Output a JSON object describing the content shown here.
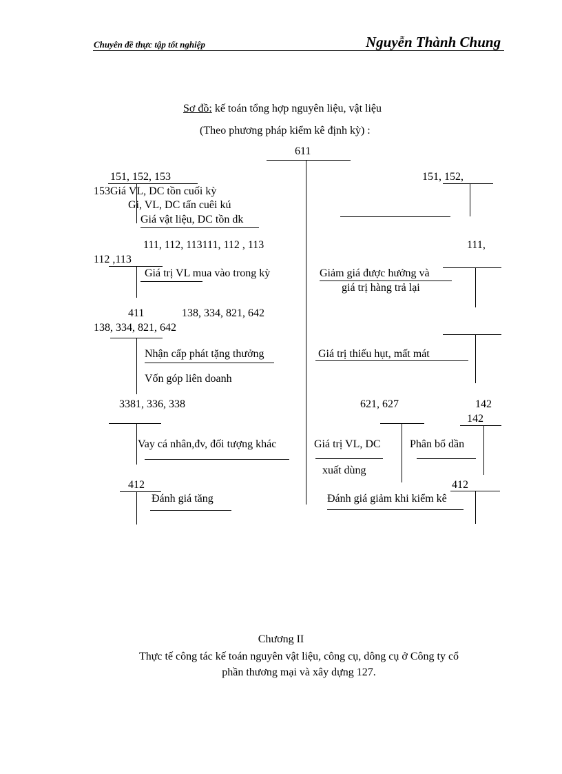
{
  "header": {
    "left": "Chuyên đề thực tập tốt nghiệp",
    "right": "Nguyễn Thành Chung"
  },
  "diagram": {
    "title_prefix": "Sơ đồ:",
    "title_rest": " kế toán tổng hợp nguyên liệu, vật liệu",
    "subtitle": "(Theo phương pháp kiểm kê định kỳ) :",
    "center_account": "611",
    "left": {
      "acc_opening": "151, 152, 153",
      "opening_line1": "153Giá VL, DC tồn cuối kỳ",
      "opening_line2": "Gi, VL, DC tấn cuêi kú",
      "opening_line3": "Giá vật liệu, DC tồn dk",
      "acc_cash": "111, 112, 113111, 112 , 113",
      "acc_cash_2": "112 ,113",
      "purchase": "Giá trị VL mua vào trong kỳ",
      "acc_capital": "411",
      "acc_other": "138, 334, 821, 642",
      "acc_other_2": "138, 334, 821, 642",
      "donation": "Nhận cấp phát tặng thưởng",
      "jv": "Vốn góp liên doanh",
      "acc_loans": "3381, 336, 338",
      "loans": "Vay cá nhân,đv, đối tượng khác",
      "acc_reval": "412",
      "reval_up": "Đánh giá tăng"
    },
    "right": {
      "acc_closing": "151, 152,",
      "acc_cash": "111,",
      "discount_line1": "Giảm giá được hưởng và",
      "discount_line2": "giá trị hàng trả lại",
      "shortage": "Giá trị thiếu hụt, mất mát",
      "acc_production": "621, 627",
      "acc_prepaid": "142",
      "acc_prepaid_2": "142",
      "issued_line1": "Giá trị VL, DC",
      "issued_line2": "xuất dùng",
      "allocation": "Phân bổ dần",
      "acc_reval": "412",
      "reval_down": "Đánh giá giảm khi kiểm kê"
    }
  },
  "chapter": {
    "title": "Chương II",
    "line1": "Thực tế công tác kế toán nguyên vật liệu, công cụ, dông cụ ở Công ty cổ",
    "line2": "phần thương mại và xây dựng 127."
  }
}
